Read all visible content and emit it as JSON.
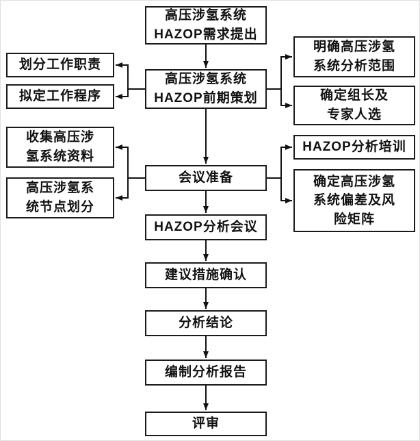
{
  "diagram": {
    "kind": "flowchart",
    "colors": {
      "border": "#1a1a1a",
      "background": "#ffffff",
      "text": "#111111",
      "arrow": "#111111"
    },
    "nodes": {
      "center": [
        {
          "label": "高压涉氢系统\nHAZOP需求提出"
        },
        {
          "label": "高压涉氢系统\nHAZOP前期策划"
        },
        {
          "label": "会议准备"
        },
        {
          "label": "HAZOP分析会议"
        },
        {
          "label": "建议措施确认"
        },
        {
          "label": "分析结论"
        },
        {
          "label": "编制分析报告"
        },
        {
          "label": "评审"
        }
      ],
      "left": [
        {
          "label": "划分工作职责"
        },
        {
          "label": "拟定工作程序"
        },
        {
          "label": "收集高压涉\n氢系统资料"
        },
        {
          "label": "高压涉氢系\n统节点划分"
        }
      ],
      "right": [
        {
          "label": "明确高压涉氢\n系统分析范围"
        },
        {
          "label": "确定组长及\n专家人选"
        },
        {
          "label": "HAZOP分析培训"
        },
        {
          "label": "确定高压涉氢\n系统偏差及风\n险矩阵"
        }
      ]
    }
  }
}
